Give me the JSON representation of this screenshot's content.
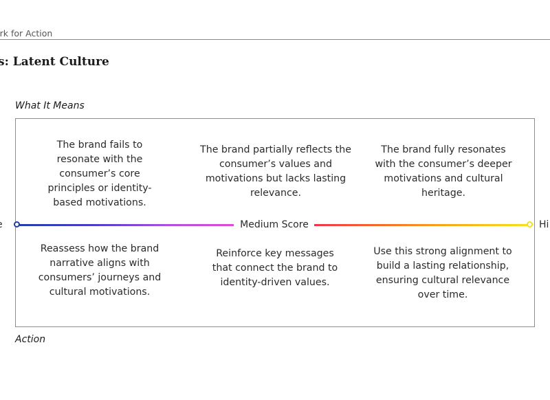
{
  "header": {
    "breadcrumb": "ork for Action",
    "title": "s: Latent Culture"
  },
  "labels": {
    "what_it_means": "What It Means",
    "action": "Action"
  },
  "scale": {
    "low_end_text": "e",
    "medium_label": "Medium Score",
    "high_end_text": "Hi",
    "colors": {
      "low": "#1f3fa8",
      "mid_left": "#e04ad8",
      "mid_right": "#f0354a",
      "high": "#f5e21a"
    }
  },
  "what_it_means": {
    "low": "The brand fails to resonate with the consumer’s core principles or identity-based motivations.",
    "medium": "The brand partially reflects the consumer’s values and motivations but lacks lasting relevance.",
    "high": "The brand fully resonates with the consumer’s deeper motivations and cultural heritage."
  },
  "action": {
    "low": "Reassess how the brand narrative aligns with consumers’ journeys and cultural motivations.",
    "medium": "Reinforce key messages that connect the brand to identity-driven values.",
    "high": "Use this strong alignment to build a lasting relationship, ensuring cultural relevance over time."
  }
}
